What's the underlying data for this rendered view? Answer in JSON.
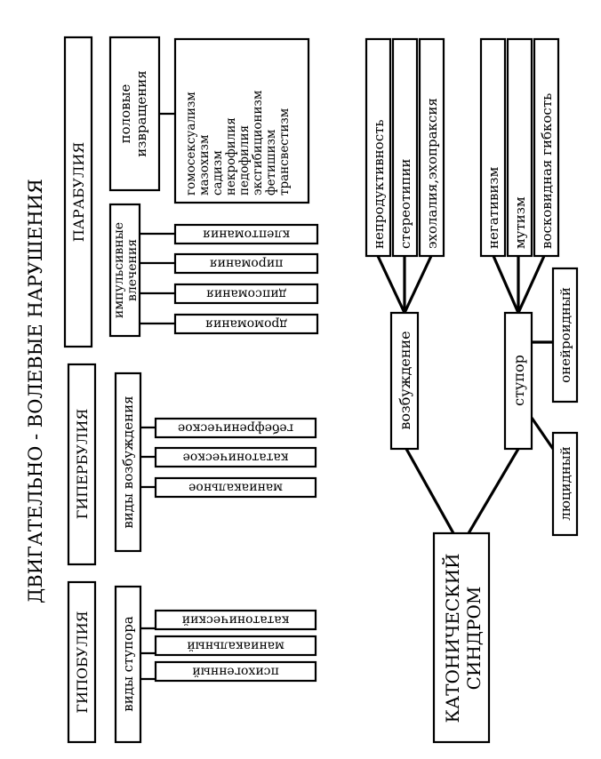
{
  "title": "ДВИГАТЕЛЬНО - ВОЛЕВЫЕ НАРУШЕНИЯ",
  "hypobulia": {
    "label": "ГИПОБУЛИЯ",
    "group_label": "виды ступора",
    "items": [
      "кататонический",
      "маниакальный",
      "психогенный"
    ]
  },
  "hyperbulia": {
    "label": "ГИПЕРБУЛИЯ",
    "group_label": "виды возбуждения",
    "items": [
      "гебефреническое",
      "кататоническое",
      "маниакальное"
    ]
  },
  "parabulia": {
    "label": "ПАРАБУЛИЯ",
    "impulsive": {
      "label_line1": "импульсивные",
      "label_line2": "влечения",
      "items": [
        "клептомания",
        "пиромания",
        "дипсомания",
        "дромомания"
      ]
    },
    "sexual": {
      "label_line1": "половые",
      "label_line2": "извращения",
      "items": [
        "гомосексуализм",
        "мазохизм",
        "садизм",
        "некрофилия",
        "педофилия",
        "эксгибиционизм",
        "фетишизм",
        "трансвестизм"
      ]
    }
  },
  "catatonic": {
    "label_line1": "КАТОНИЧЕСКИЙ",
    "label_line2": "СИНДРОМ",
    "excitation": {
      "label": "возбуждение",
      "items": [
        "непродуктивность",
        "стереотипии",
        "эхолалия,эхопраксия"
      ]
    },
    "stupor": {
      "label": "ступор",
      "items": [
        "негативизм",
        "мутизм",
        "восковидная гибкость"
      ],
      "types": [
        "онейроидный",
        "люцидный"
      ]
    }
  }
}
